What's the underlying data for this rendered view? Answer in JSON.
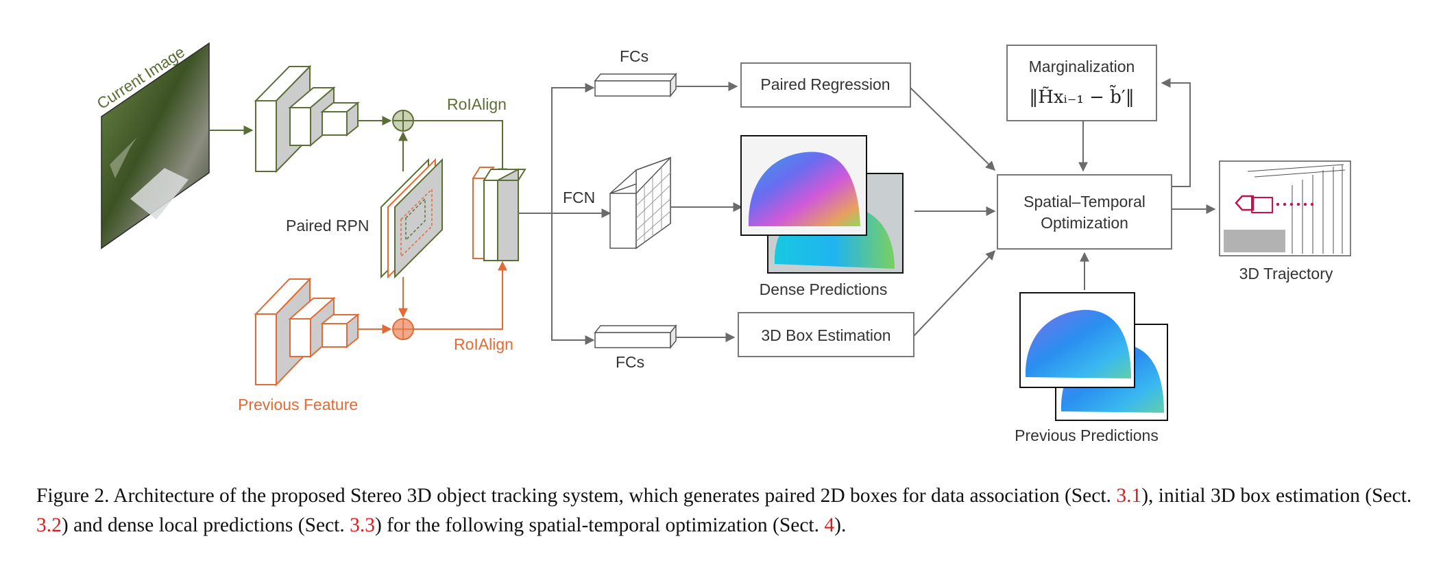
{
  "labels": {
    "current_image": "Current Image",
    "roialign_top": "RoIAlign",
    "roialign_bottom": "RoIAlign",
    "paired_rpn": "Paired RPN",
    "previous_feature": "Previous Feature",
    "fcs_top": "FCs",
    "fcs_bottom": "FCs",
    "fcn": "FCN",
    "paired_regression": "Paired Regression",
    "box_estimation": "3D Box Estimation",
    "dense_predictions": "Dense Predictions",
    "marginalization": "Marginalization",
    "marginalization_formula": "‖H̃xᵢ₋₁ − b̃′‖",
    "optimization_line1": "Spatial–Temporal",
    "optimization_line2": "Optimization",
    "previous_predictions": "Previous Predictions",
    "trajectory": "3D Trajectory"
  },
  "caption": {
    "part1": "Figure 2. Architecture of the proposed Stereo 3D object tracking system, which generates paired 2D boxes for data association (Sect. ",
    "ref1": "3.1",
    "part2": "), initial 3D box estimation (Sect. ",
    "ref2": "3.2",
    "part3": ") and dense local predictions (Sect. ",
    "ref3": "3.3",
    "part4": ") for the following spatial-temporal optimization (Sect. ",
    "ref4": "4",
    "part5": ")."
  },
  "colors": {
    "green": "#5a6e36",
    "orange": "#e26a35",
    "gray": "#6b6b6b",
    "ref_red": "#e31a1c"
  }
}
